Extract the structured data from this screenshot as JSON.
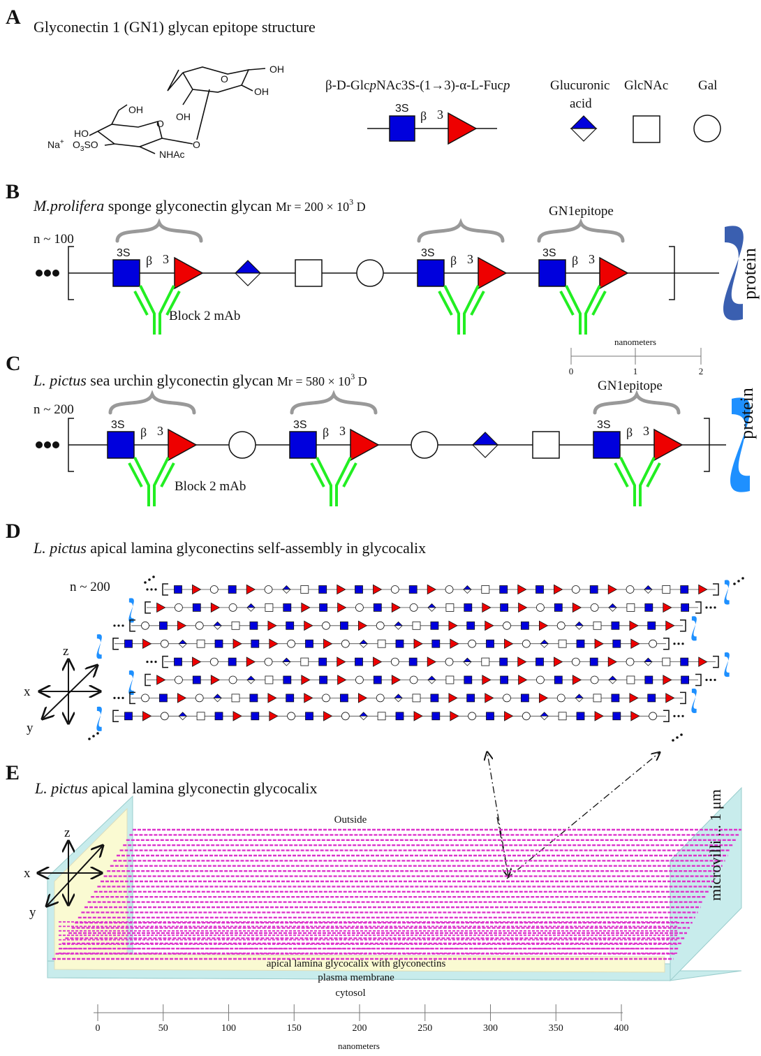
{
  "panel_a": {
    "letter": "A",
    "title": "Glyconectin 1 (GN1) glycan epitope structure",
    "chem_labels": {
      "oh1": "OH",
      "oh2": "OH",
      "oh3": "OH",
      "oh4": "OH",
      "ho": "HO",
      "na": "Na",
      "plus": "+",
      "o3so": "O",
      "sub3": "3",
      "so": "SO",
      "nhac": "NHAc",
      "o_ring1": "O",
      "o_ring2": "O",
      "o_link": "O"
    },
    "formula": "β-D-GlcpNAc3S-(1→3)-α-L-Fucp",
    "formula_parts": [
      "β-D-Glc",
      "p",
      "NAc3S-(1→3)-α-L-Fuc",
      "p"
    ],
    "sulfate_label": "3S",
    "beta": "β",
    "linkage": "3",
    "legend": {
      "glucuronic_line1": "Glucuronic",
      "glucuronic_line2": "acid",
      "glcnac": "GlcNAc",
      "gal": "Gal"
    }
  },
  "panel_b": {
    "letter": "B",
    "species": "M.prolifera",
    "title_rest": " sponge glyconectin glycan ",
    "mr_prefix": "Mr = 200 × 10",
    "mr_exp": "3",
    "mr_unit": " D",
    "n_label": "n ~ 100",
    "epitope_label": "GN1epitope",
    "mab_label": "Block 2 mAb",
    "protein": "protein",
    "sulfate_label": "3S",
    "beta": "β",
    "linkage": "3"
  },
  "scale_small": {
    "label": "nanometers",
    "ticks": [
      "0",
      "1",
      "2"
    ]
  },
  "panel_c": {
    "letter": "C",
    "species": "L. pictus",
    "title_rest": " sea urchin glyconectin glycan ",
    "mr_prefix": "Mr = 580 × 10",
    "mr_exp": "3",
    "mr_unit": " D",
    "n_label": "n ~ 200",
    "epitope_label": "GN1epitope",
    "mab_label": "Block 2 mAb",
    "protein": "protein",
    "sulfate_label": "3S",
    "beta": "β",
    "linkage": "3"
  },
  "panel_d": {
    "letter": "D",
    "species": "L. pictus",
    "title_rest": " apical lamina glyconectins self-assembly in glycocalix",
    "n_label": "n ~ 200",
    "axes": {
      "x": "x",
      "y": "y",
      "z": "z"
    }
  },
  "panel_e": {
    "letter": "E",
    "species": "L. pictus",
    "title_rest": " apical lamina glyconectin glycocalix",
    "outside": "Outside",
    "microvilli": "microvilli ... 1 μm",
    "glycocalix_label": "apical lamina glycocalix with glyconectins",
    "membrane": "plasma membrane",
    "cytosol": "cytosol",
    "axes": {
      "x": "x",
      "y": "y",
      "z": "z"
    }
  },
  "scale_large": {
    "label": "nanometers",
    "ticks": [
      "0",
      "50",
      "100",
      "150",
      "200",
      "250",
      "300",
      "350",
      "400"
    ]
  },
  "colors": {
    "glcnac3s": "#0000dd",
    "fucose": "#ee0000",
    "antibody": "#22ee22",
    "protein_b": "#3a5fb0",
    "protein_c": "#1e90ff",
    "glycocalix": "#dd33cc",
    "membrane_fill": "#fafad2",
    "cell_fill": "#c8ecec"
  }
}
